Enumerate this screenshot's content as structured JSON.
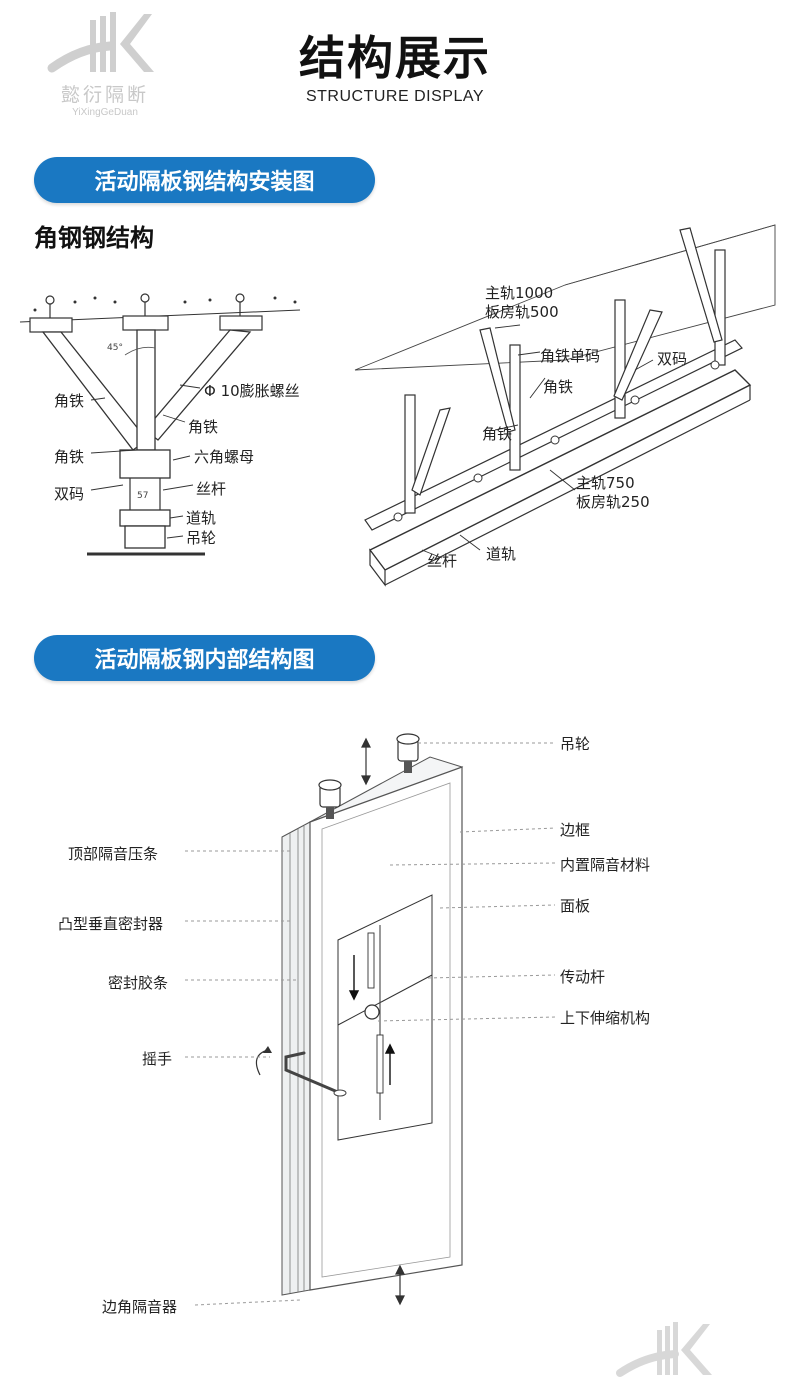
{
  "header": {
    "title": "结构展示",
    "subtitle": "STRUCTURE DISPLAY"
  },
  "logo": {
    "text": "懿衍隔断",
    "subtext": "YiXingGeDuan"
  },
  "section1": {
    "banner": "活动隔板钢结构安装图",
    "subheading": "角钢钢结构",
    "left_labels": {
      "angle_iron_1": "角铁",
      "expansion_screw": "Φ 10膨胀螺丝",
      "angle_iron_2": "角铁",
      "angle_iron_3": "角铁",
      "hex_nut": "六角螺母",
      "double_code": "双码",
      "screw_rod": "丝杆",
      "track": "道轨",
      "hanging_wheel": "吊轮",
      "angle_45": "45°",
      "dim_57": "57"
    },
    "right_labels": {
      "main_rail": "主轨1000",
      "room_rail": "板房轨500",
      "single_code": "角铁单码",
      "angle_iron_a": "角铁",
      "double_code": "双码",
      "angle_iron_b": "角铁",
      "main_rail_2": "主轨750",
      "room_rail_2": "板房轨250",
      "screw_rod": "丝杆",
      "track": "道轨"
    }
  },
  "section2": {
    "banner": "活动隔板钢内部结构图",
    "right_labels": [
      "吊轮",
      "边框",
      "内置隔音材料",
      "面板",
      "传动杆",
      "上下伸缩机构"
    ],
    "left_labels": [
      "顶部隔音压条",
      "凸型垂直密封器",
      "密封胶条",
      "摇手",
      "边角隔音器"
    ]
  },
  "colors": {
    "banner": "#1a78c2",
    "logo": "#c8c8c8"
  }
}
